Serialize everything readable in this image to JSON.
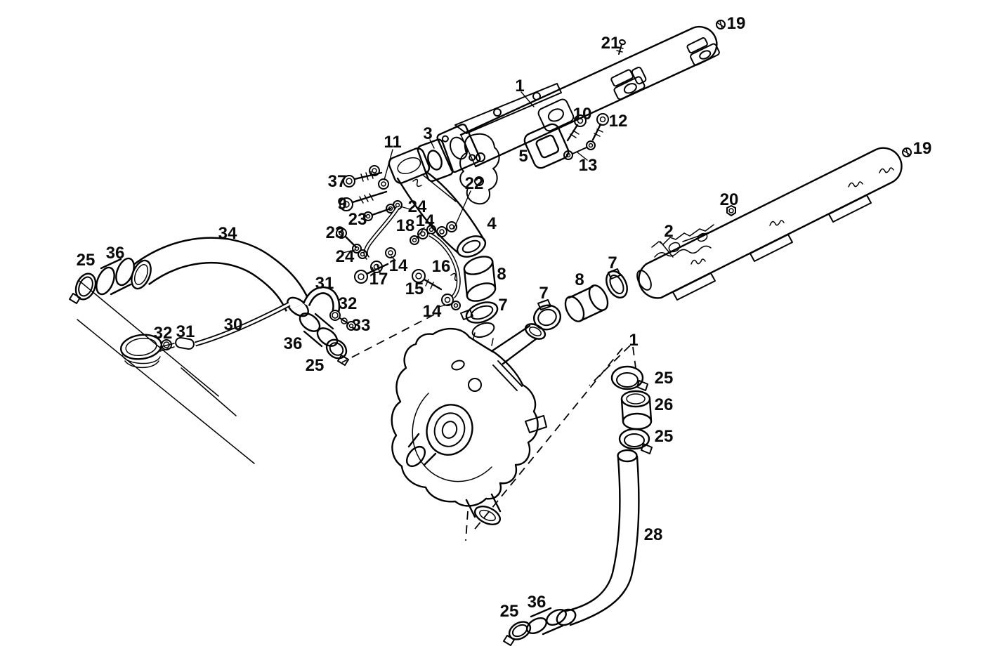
{
  "diagram": {
    "kind": "exploded-parts-line-diagram",
    "colors": {
      "background": "#ffffff",
      "line": "#000000",
      "label": "#0a0a0a"
    },
    "callouts": [
      {
        "label": "19"
      },
      {
        "label": "21"
      },
      {
        "label": "1"
      },
      {
        "label": "3"
      },
      {
        "label": "5"
      },
      {
        "label": "10"
      },
      {
        "label": "12"
      },
      {
        "label": "13"
      },
      {
        "label": "19"
      },
      {
        "label": "20"
      },
      {
        "label": "2"
      },
      {
        "label": "11"
      },
      {
        "label": "37"
      },
      {
        "label": "9"
      },
      {
        "label": "24"
      },
      {
        "label": "23"
      },
      {
        "label": "18"
      },
      {
        "label": "14"
      },
      {
        "label": "22"
      },
      {
        "label": "4"
      },
      {
        "label": "23"
      },
      {
        "label": "24"
      },
      {
        "label": "17"
      },
      {
        "label": "14"
      },
      {
        "label": "16"
      },
      {
        "label": "15"
      },
      {
        "label": "14"
      },
      {
        "label": "8"
      },
      {
        "label": "7"
      },
      {
        "label": "7"
      },
      {
        "label": "8"
      },
      {
        "label": "7"
      },
      {
        "label": "34"
      },
      {
        "label": "36"
      },
      {
        "label": "25"
      },
      {
        "label": "30"
      },
      {
        "label": "32"
      },
      {
        "label": "31"
      },
      {
        "label": "31"
      },
      {
        "label": "32"
      },
      {
        "label": "33"
      },
      {
        "label": "36"
      },
      {
        "label": "25"
      },
      {
        "label": "1"
      },
      {
        "label": "25"
      },
      {
        "label": "26"
      },
      {
        "label": "25"
      },
      {
        "label": "28"
      },
      {
        "label": "36"
      },
      {
        "label": "25"
      }
    ]
  }
}
